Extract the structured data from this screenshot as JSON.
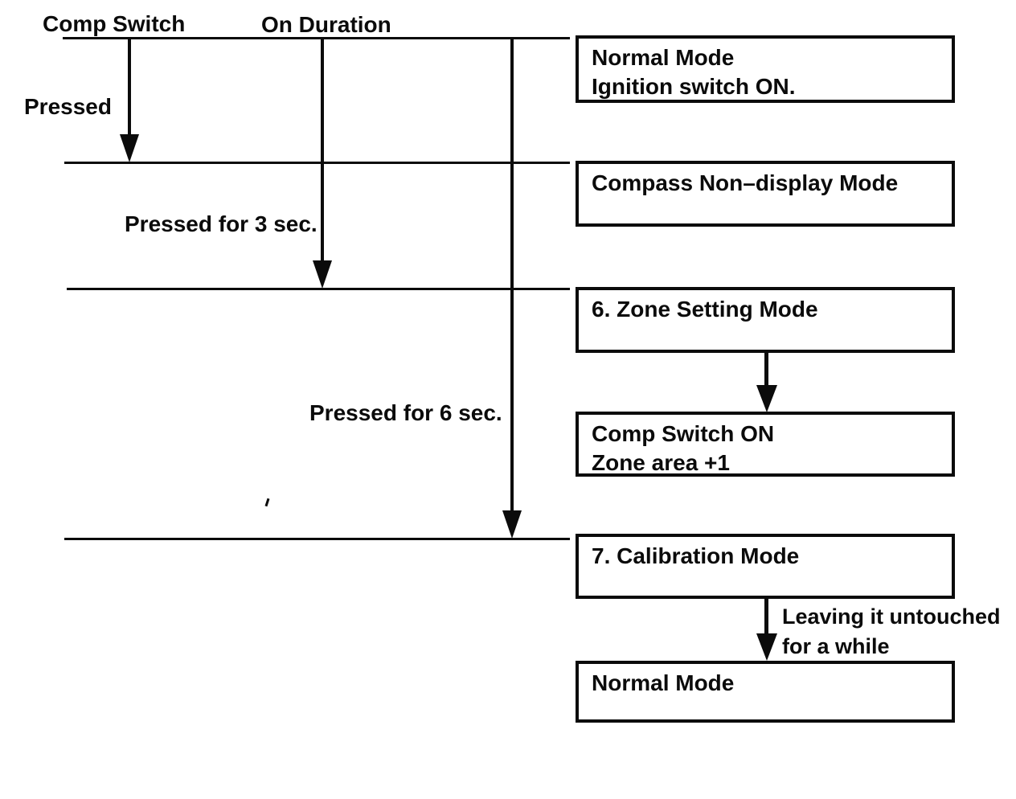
{
  "colors": {
    "ink": "#0b0b0b",
    "paper": "#ffffff"
  },
  "timeline": {
    "comp_switch_header": "Comp Switch",
    "on_duration_header": "On Duration",
    "pressed_label": "Pressed",
    "pressed_3sec_label": "Pressed for 3 sec.",
    "pressed_6sec_label": "Pressed for 6 sec."
  },
  "flow": {
    "box_normal_top_line1": "Normal Mode",
    "box_normal_top_line2": "Ignition switch ON.",
    "box_compass_nondisplay": "Compass Non–display Mode",
    "box_zone_setting": "6. Zone Setting Mode",
    "box_comp_switch_on_line1": "Comp Switch ON",
    "box_comp_switch_on_line2": "Zone area +1",
    "box_calibration": "7. Calibration Mode",
    "box_normal_bottom": "Normal Mode",
    "leaving_label_line1": "Leaving it untouched",
    "leaving_label_line2": "for a while"
  }
}
